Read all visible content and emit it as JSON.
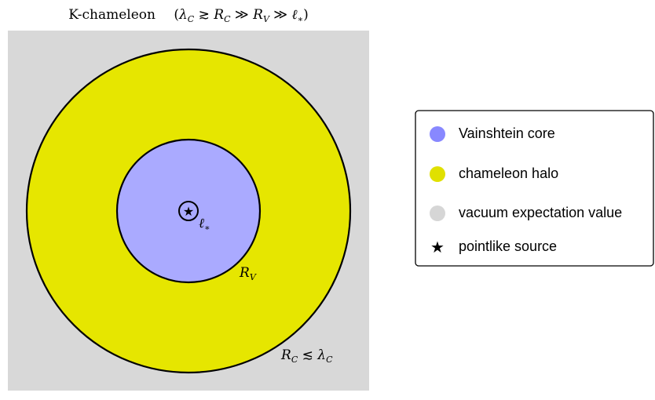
{
  "title": {
    "name": "K-chameleon",
    "condition": "(λC ≳ RC ≫ RV ≫ ℓ*)"
  },
  "labels": {
    "source_scale": "ℓ*",
    "vainshtein_radius": "RV",
    "chameleon_radius": "RC ≲ λC"
  },
  "legend": [
    {
      "key": "vainshtein",
      "label": "Vainshtein core",
      "color": "#8888ff",
      "marker": "circle"
    },
    {
      "key": "chameleon",
      "label": "chameleon halo",
      "color": "#e0e000",
      "marker": "circle"
    },
    {
      "key": "vacuum",
      "label": "vacuum expectation value",
      "color": "#d6d6d6",
      "marker": "circle"
    },
    {
      "key": "source",
      "label": "pointlike source",
      "color": "#000000",
      "marker": "star-icon"
    }
  ],
  "colors": {
    "background_region": "#d8d8d8",
    "chameleon_halo": "#e6e600",
    "vainshtein_core": "#aaaaff",
    "outline": "#000000"
  }
}
